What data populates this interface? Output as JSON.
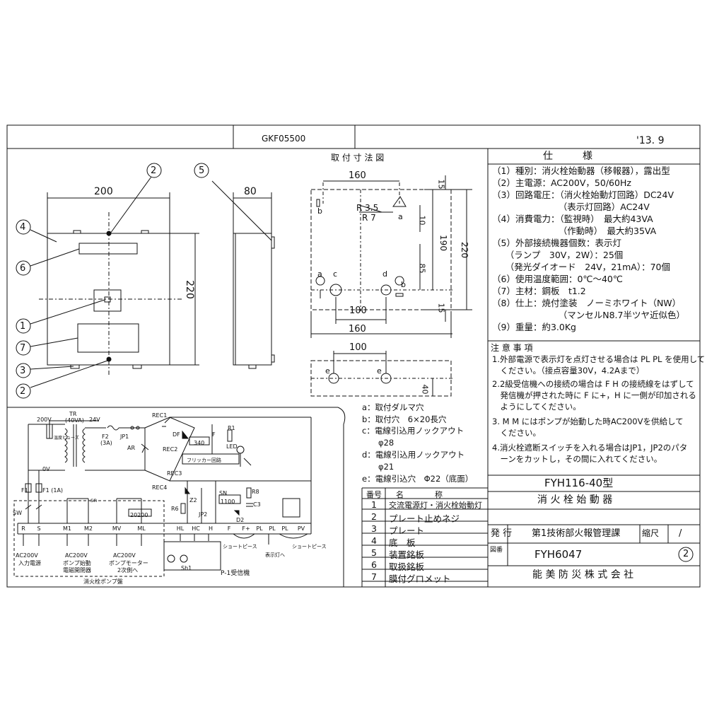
{
  "header": {
    "doc_code": "GKF05500",
    "date": "'13. 9"
  },
  "outline": {
    "front_width": "200",
    "side_width": "80",
    "height": "220",
    "callouts": [
      "1",
      "2",
      "2",
      "3",
      "4",
      "5",
      "6",
      "7"
    ]
  },
  "mount": {
    "title": "取 付 寸 法 図",
    "dims": {
      "w160a": "160",
      "w160b": "160",
      "w100a": "100",
      "w100b": "100",
      "r35": "R 3.5",
      "r7": "R 7",
      "v15a": "15",
      "v10": "10",
      "v190": "190",
      "v220": "220",
      "v85": "85",
      "v15b": "15",
      "v40": "40"
    },
    "letters": {
      "a1": "a",
      "a2": "a",
      "b1": "b",
      "b2": "b",
      "c": "c",
      "d": "d",
      "e1": "e",
      "e2": "e"
    }
  },
  "legend": [
    "a：取付ダルマ穴",
    "b：取付穴　6×20長穴",
    "c：電線引込用ノックアウト",
    "　　φ28",
    "d：電線引込用ノックアウト",
    "　　φ21",
    "e：電線引込穴　Φ22（底面）"
  ],
  "spec": {
    "title": "仕　　　様",
    "rows": [
      "（1）種別：消火栓始動器（移報器），露出型",
      "（2）主電源：AC200V，50/60Hz",
      "（3）回路電圧：（消火栓始動灯回路）DC24V",
      "　　　　　　　　（表示灯回路）AC24V",
      "（4）消費電力：（監視時）　最大約43VA",
      "　　　　　　　　（作動時）　最大約35VA",
      "（5）外部接続機器個数：表示灯",
      "　　（ランプ　30V，2W）：25個",
      "　　（発光ダイオード　24V，21mA）：70個",
      "（6）使用温度範囲：0℃～40℃",
      "（7）主材：鋼板　t1.2",
      "（8）仕上：焼付塗装　ノーミホワイト（NW）",
      "　　　　　　　　（マンセルN8.7半ツヤ近似色）",
      "（9）重量：約3.0Kg"
    ]
  },
  "notes": {
    "title": "注 意 事 項",
    "rows": [
      "1.外部電源で表示灯を点灯させる場合は PL PL を使用して",
      "　ください。（接点容量30V，4.2Aまで）",
      "2.2級受信機への接続の場合は F H の接続線をはずして",
      "　発信機が押された時に F に+，H に一側が印加される",
      "　ようにしてください。",
      "3. M M にはポンプが始動した時AC200Vを供給して",
      "　ください。",
      "4.消火栓遮断スイッチを入れる場合はJP1，JP2のパタ",
      "　ーンをカットし，その間に入れてください。"
    ]
  },
  "title_block": {
    "model": "FYH116-40型",
    "name": "消 火 栓 始 動 器",
    "issue_label": "発 行",
    "issue_dept": "第1技術部火報管理課",
    "scale_label": "縮尺",
    "scale_value": "/",
    "drawing_no_label": "図番",
    "drawing_no": "FYH6047",
    "revision": "2",
    "company": "能 美 防 災 株 式 会 社"
  },
  "parts": {
    "header_no": "番号",
    "header_name": "名　　　　称",
    "items": [
      {
        "no": "1",
        "name": "交流電源灯・消火栓始動灯"
      },
      {
        "no": "2",
        "name": "プレート止めネジ"
      },
      {
        "no": "3",
        "name": "プレート"
      },
      {
        "no": "4",
        "name": "底　板"
      },
      {
        "no": "5",
        "name": "装置銘板"
      },
      {
        "no": "6",
        "name": "取扱銘板"
      },
      {
        "no": "7",
        "name": "膜付グロメット"
      }
    ]
  },
  "circuit": {
    "labels": {
      "v200": "200V",
      "tr": "TR",
      "tr_va": "(40VA)",
      "v24": "24V",
      "fuse_temp": "温度ヒューズ",
      "f2": "F2",
      "f2_a": "(3A)",
      "jp1": "JP1",
      "ar": "AR",
      "rec1": "REC1",
      "rec2": "REC2",
      "rec3": "REC3",
      "rec4": "REC4",
      "df": "DF",
      "f": "F",
      "r1": "R1",
      "led": "LED",
      "d340": "340",
      "flicker": "フリッカー回路",
      "v0": "0V",
      "f1a": "F1",
      "f1b": "F1 (1A)",
      "sw": "SW",
      "sn": "sn",
      "sn2": "SN",
      "r6": "R6",
      "z2": "Z2",
      "jp2": "JP2",
      "r8": "R8",
      "c3": "C3",
      "d2": "D2",
      "d1100": "1100",
      "d20200": "20200",
      "sh1": "Sh1",
      "p1": "P-1受信機",
      "short1": "ショートピース",
      "short2": "ショートピース",
      "disp": "表示灯へ"
    },
    "terminals": [
      "R",
      "S",
      "M1",
      "M2",
      "MV",
      "ML",
      "HL",
      "HC",
      "H",
      "F",
      "F+",
      "PL",
      "PL",
      "PL",
      "PV"
    ],
    "bottom": {
      "ac_in": "AC200V",
      "ac_in2": "入力電源",
      "pump_start": "AC200V",
      "pump_start2": "ポンプ始動",
      "pump_start3": "電磁開閉器",
      "pump_motor": "AC200V",
      "pump_motor2": "ポンプモーター",
      "pump_motor3": "2次側へ",
      "pump_panel": "消火栓ポンプ盤"
    }
  }
}
